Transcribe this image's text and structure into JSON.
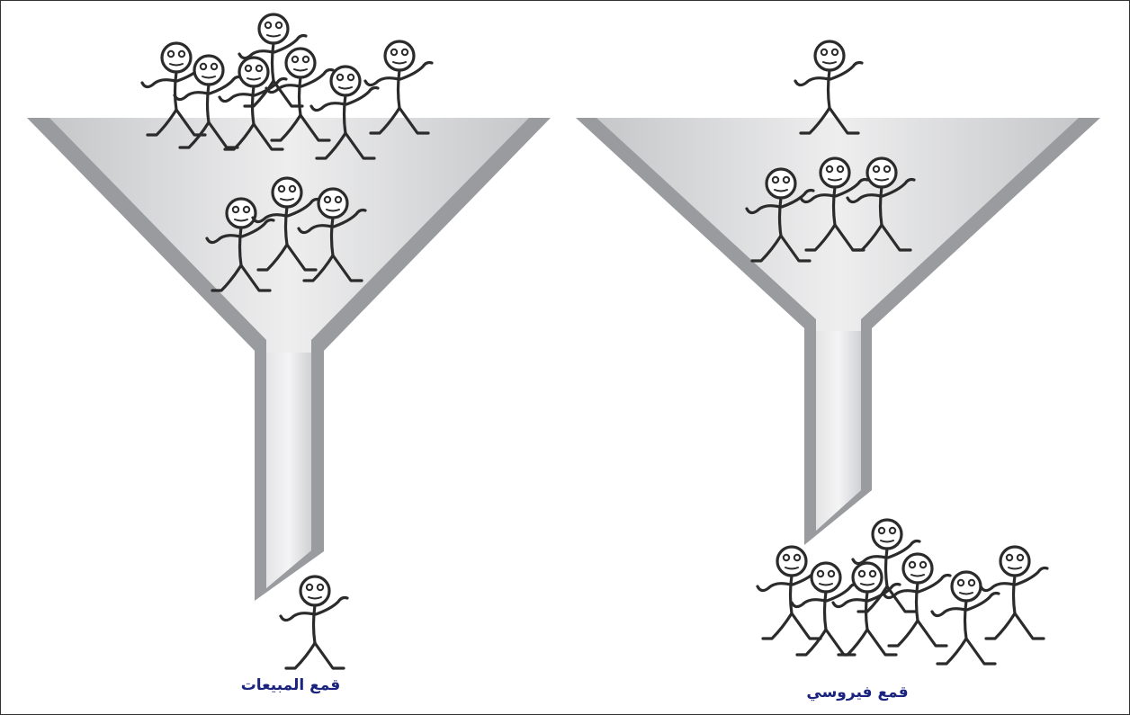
{
  "captions": {
    "sales_funnel": "قمع المبيعات",
    "viral_funnel": "قمع فيروسي"
  },
  "colors": {
    "caption": "#1a237e",
    "funnel_fill": "#d7d8da",
    "funnel_edge": "#9a9b9e",
    "figure_stroke": "#2b2b2b"
  },
  "figures": {
    "sales_funnel_top_count": 7,
    "sales_funnel_middle_count": 3,
    "sales_funnel_output_count": 1,
    "viral_funnel_top_count": 1,
    "viral_funnel_middle_count": 3,
    "viral_funnel_output_count": 7
  }
}
